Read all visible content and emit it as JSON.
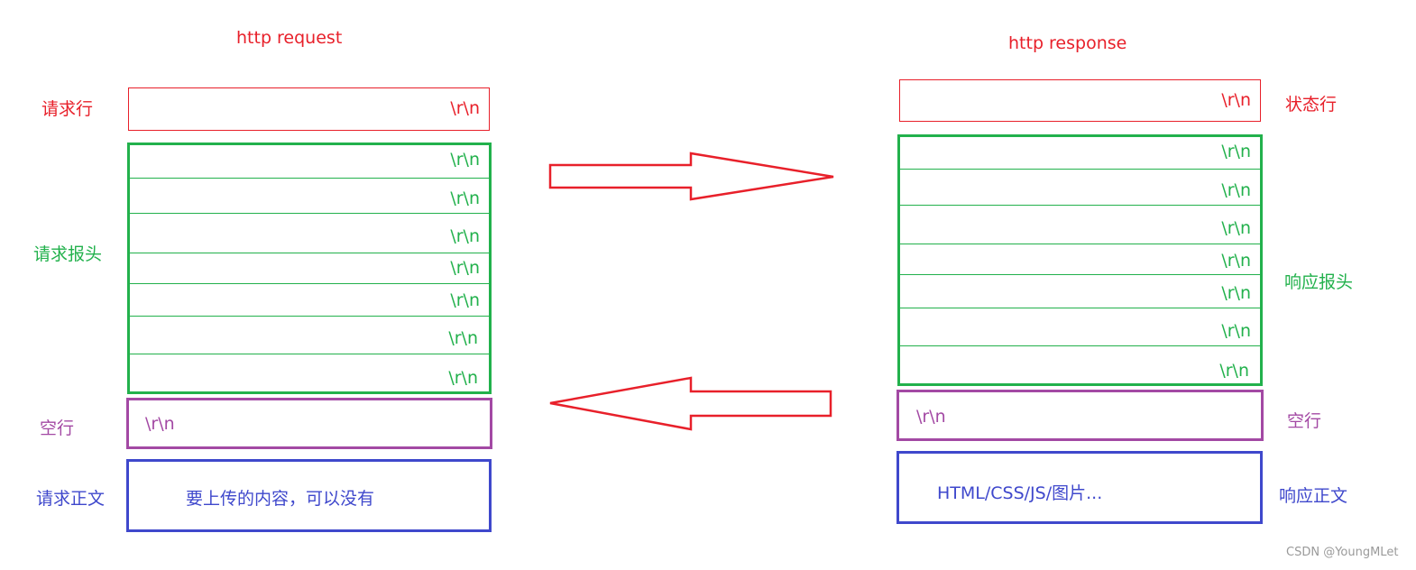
{
  "request": {
    "title": "http request",
    "request_line": {
      "label": "请求行",
      "crlf": "\\r\\n"
    },
    "headers": {
      "label": "请求报头",
      "rows": [
        "\\r\\n",
        "\\r\\n",
        "\\r\\n",
        "\\r\\n",
        "\\r\\n",
        "\\r\\n",
        "\\r\\n"
      ]
    },
    "blank_line": {
      "label": "空行",
      "crlf": "\\r\\n"
    },
    "body": {
      "label": "请求正文",
      "text": "要上传的内容，可以没有"
    }
  },
  "response": {
    "title": "http response",
    "status_line": {
      "label": "状态行",
      "crlf": "\\r\\n"
    },
    "headers": {
      "label": "响应报头",
      "rows": [
        "\\r\\n",
        "\\r\\n",
        "\\r\\n",
        "\\r\\n",
        "\\r\\n",
        "\\r\\n",
        "\\r\\n"
      ]
    },
    "blank_line": {
      "label": "空行",
      "crlf": "\\r\\n"
    },
    "body": {
      "label": "响应正文",
      "text": "HTML/CSS/JS/图片..."
    }
  },
  "arrows": [
    {
      "name": "request-arrow",
      "direction": "right",
      "color": "#e8202a"
    },
    {
      "name": "response-arrow",
      "direction": "left",
      "color": "#e8202a"
    }
  ],
  "colors": {
    "line": "#e8202a",
    "headers": "#22b14c",
    "blank": "#a349a4",
    "body": "#3f48cc"
  },
  "watermark": "CSDN @YoungMLet"
}
